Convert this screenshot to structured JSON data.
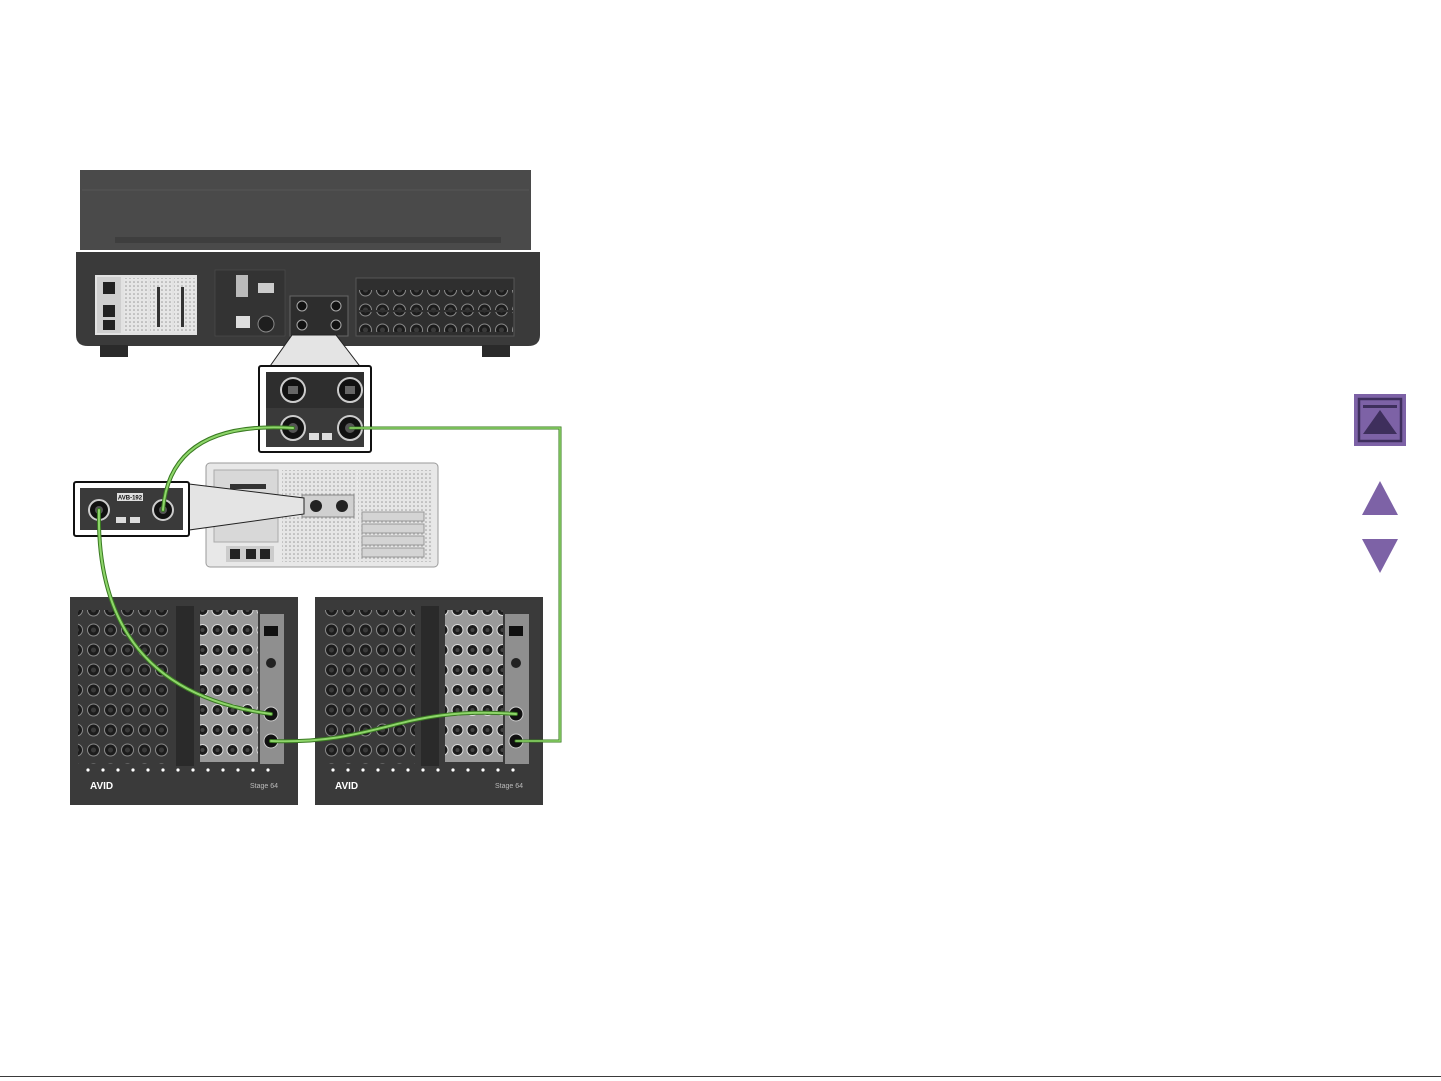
{
  "devices": {
    "io_card_label": "AVB-192",
    "stage_box_left_label": "Stage 64",
    "stage_box_right_label": "Stage 64",
    "brand_logo": "AVID"
  },
  "navigation": {
    "top_icon": "go-to-top-icon",
    "up_icon": "previous-page-icon",
    "down_icon": "next-page-icon",
    "accent_color": "#7d62a6",
    "accent_dark": "#4a3a6b"
  },
  "cable_color": "#6ec04a",
  "footer": {
    "text": ""
  }
}
